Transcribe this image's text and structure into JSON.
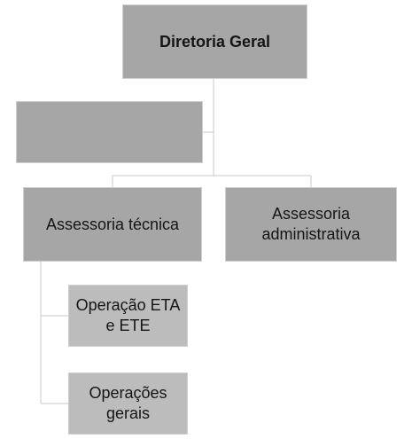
{
  "org_chart": {
    "root": {
      "label": "Diretoria Geral"
    },
    "assistant": {
      "label": ""
    },
    "branches": [
      {
        "label": "Assessoria técnica",
        "children": [
          {
            "line1": "Operação ETA",
            "line2": "e ETE"
          },
          {
            "line1": "Operações",
            "line2": "gerais"
          }
        ]
      },
      {
        "line1": "Assessoria",
        "line2": "administrativa"
      }
    ]
  },
  "colors": {
    "box_fill": "#a6a6a6",
    "sub_box_fill": "#bcbcbc",
    "box_border": "#cfcfcf",
    "connector": "#c9c9c9",
    "text": "#151515"
  }
}
